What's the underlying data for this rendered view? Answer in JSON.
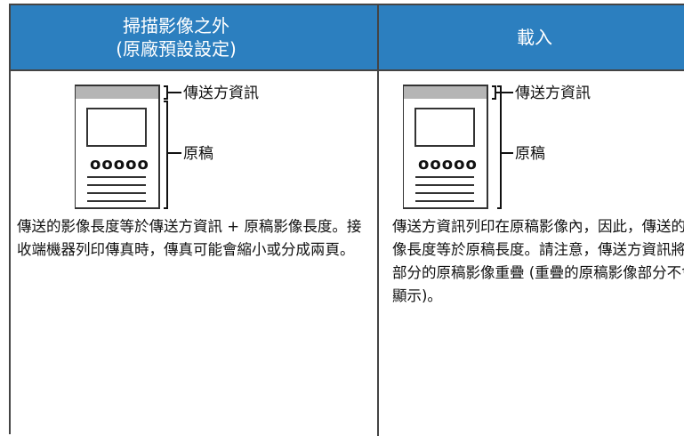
{
  "header": {
    "left_line1": "掃描影像之外",
    "left_line2": "(原廠預設設定)",
    "right_label": "載入"
  },
  "left": {
    "diagram": {
      "tx_label": "傳送方資訊",
      "original_label": "原稿",
      "sample_text": "ooooo"
    },
    "description": "傳送的影像長度等於傳送方資訊 + 原稿影像長度。接收端機器列印傳真時，傳真可能會縮小或分成兩頁。"
  },
  "right": {
    "diagram": {
      "tx_label": "傳送方資訊",
      "original_label": "原稿",
      "sample_text": "ooooo"
    },
    "description": "傳送方資訊列印在原稿影像內，因此，傳送的影像長度等於原稿長度。請注意，傳送方資訊將與部分的原稿影像重疊 (重疊的原稿影像部分不會顯示)。"
  }
}
